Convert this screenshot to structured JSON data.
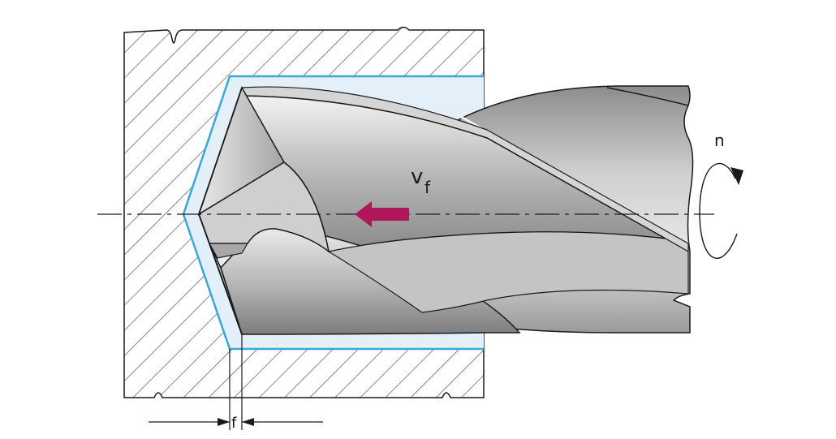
{
  "labels": {
    "feed_velocity": "v",
    "feed_velocity_sub": "f",
    "rotation": "n",
    "feed_per_rev": "f"
  },
  "colors": {
    "workpiece_hatch": "#4a4a4a",
    "workpiece_bg": "#ffffff",
    "clearance_fill": "#e3f0fa",
    "clearance_edge": "#3aa6de",
    "drill_light": "#d9d9d9",
    "drill_dark": "#8e8e8e",
    "feed_arrow": "#b0175a",
    "line": "#1a1a1a"
  },
  "icons": {
    "feed_arrow": "arrow-left-icon",
    "rotation_arrow": "rotation-arrow-icon"
  }
}
